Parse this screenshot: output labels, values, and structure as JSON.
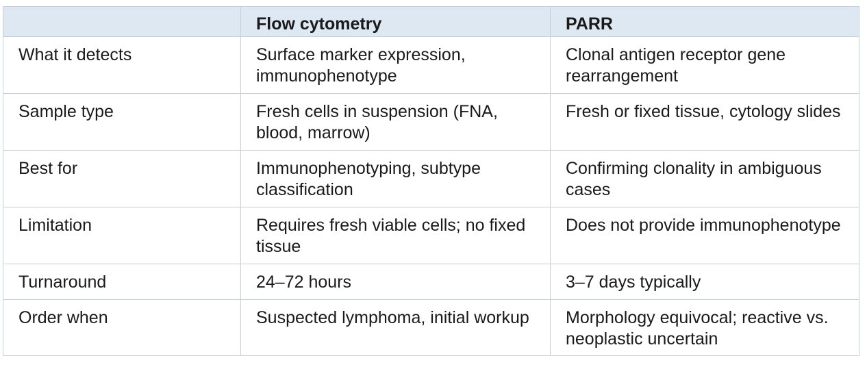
{
  "table": {
    "headers": [
      "",
      "Flow cytometry",
      "PARR"
    ],
    "rows": [
      [
        "What it detects",
        "Surface marker expression, immunophenotype",
        "Clonal antigen receptor gene rearrangement"
      ],
      [
        "Sample type",
        "Fresh cells in suspension (FNA, blood, marrow)",
        "Fresh or fixed tissue, cytology slides"
      ],
      [
        "Best for",
        "Immunophenotyping, subtype classification",
        "Confirming clonality in ambiguous cases"
      ],
      [
        "Limitation",
        "Requires fresh viable cells; no fixed tissue",
        "Does not provide immunophenotype"
      ],
      [
        "Turnaround",
        "24–72 hours",
        "3–7 days typically"
      ],
      [
        "Order when",
        "Suspected lymphoma, initial workup",
        "Morphology equivocal; reactive vs. neoplastic uncertain"
      ]
    ]
  }
}
